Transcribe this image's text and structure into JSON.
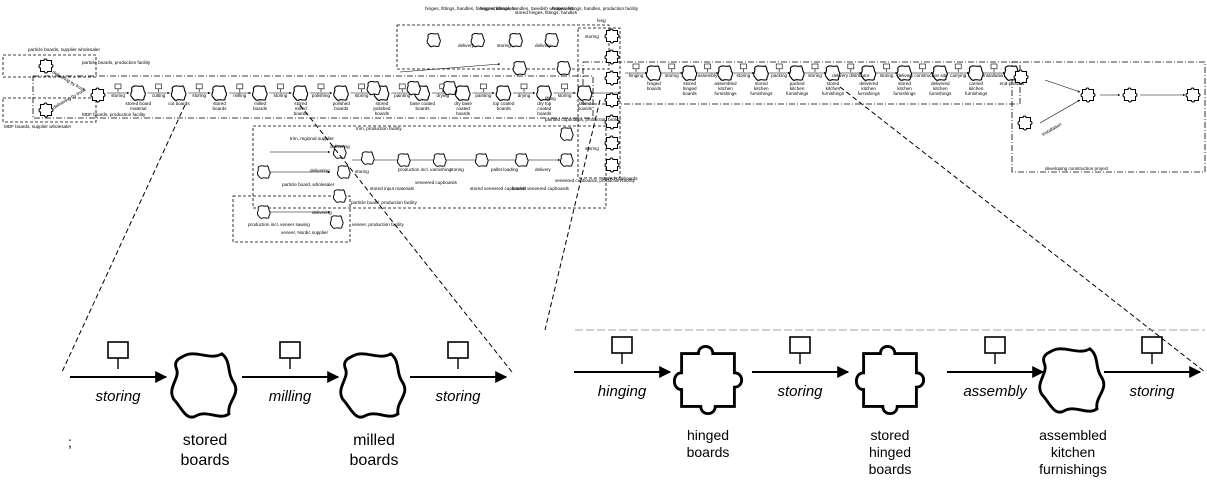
{
  "overview": {
    "inputs": [
      {
        "label": "particle boards, supplier wholesaler"
      },
      {
        "label": "MDF boards, supplier wholesaler"
      },
      {
        "label": "particle boards, production facility"
      },
      {
        "label": "MDF boards, production facility"
      },
      {
        "label": "delivering by truck"
      },
      {
        "label": "delivering by truck"
      }
    ],
    "main_line": [
      {
        "process": "storing"
      },
      {
        "state": "stored board material"
      },
      {
        "process": "cutting"
      },
      {
        "state": "cut boards"
      },
      {
        "process": "storing"
      },
      {
        "state": "stored boards"
      },
      {
        "process": "milling"
      },
      {
        "state": "milled boards"
      },
      {
        "process": "storing"
      },
      {
        "state": "stored milled boards"
      },
      {
        "process": "polishing"
      },
      {
        "state": "polished boards"
      },
      {
        "process": "storing"
      },
      {
        "state": "stored polished boards"
      },
      {
        "process": "painting"
      },
      {
        "state": "base coated boards"
      },
      {
        "process": "drying"
      },
      {
        "state": "dry base coated boards"
      },
      {
        "process": "painting"
      },
      {
        "state": "top coated boards"
      },
      {
        "process": "drying"
      },
      {
        "state": "dry top coated boards"
      },
      {
        "process": "storing"
      },
      {
        "state": "stored boards"
      }
    ],
    "top_block": [
      {
        "label": "hinges, fittings, handles, foreign wholesalers"
      },
      {
        "label": "hinges, fittings, handles, Swedish wholesalers"
      },
      {
        "label": "stored hinges, fittings, handles"
      },
      {
        "label": "hinges, fittings, handles, production facility"
      },
      {
        "label": "delivery"
      },
      {
        "label": "storing"
      },
      {
        "label": "delivery"
      },
      {
        "label": "storing"
      },
      {
        "label": "hing"
      }
    ],
    "lower_block": [
      {
        "label": "trim, production facility"
      },
      {
        "label": "trim, regional supplier"
      },
      {
        "label": "delivering"
      },
      {
        "label": "particle board, wholesaler"
      },
      {
        "label": "delivering"
      },
      {
        "label": "particle board, production facility"
      },
      {
        "label": "production incl. veneer sawing"
      },
      {
        "label": "veneer, Nordic supplier"
      },
      {
        "label": "delivering"
      },
      {
        "label": "veneer, production facility"
      },
      {
        "label": "storing"
      },
      {
        "label": "stored input materials"
      },
      {
        "label": "production incl. varnishing"
      },
      {
        "label": "veneered cupboards"
      },
      {
        "label": "storing"
      },
      {
        "label": "stored veneered cupboards"
      },
      {
        "label": "pallet loading"
      },
      {
        "label": "loaded veneered cupboards"
      },
      {
        "label": "delivery"
      },
      {
        "label": "veneered cupboards, production facility"
      },
      {
        "label": "painted cupboards, production facility"
      },
      {
        "label": "lifting"
      },
      {
        "label": "storing"
      },
      {
        "label": "stored cupboards"
      }
    ],
    "right_line": [
      {
        "process": "hinging"
      },
      {
        "state": "hinged boards"
      },
      {
        "process": "storing"
      },
      {
        "state": "stored hinged boards"
      },
      {
        "process": "assembly"
      },
      {
        "state": "assembled kitchen furnishings"
      },
      {
        "process": "storing"
      },
      {
        "state": "stored kitchen furnishings"
      },
      {
        "process": "packing"
      },
      {
        "state": "packed kitchen furnishings"
      },
      {
        "process": "storing"
      },
      {
        "state": "stored kitchen furnishings"
      },
      {
        "process": "delivery distributor"
      },
      {
        "state": "delivered kitchen furnishings"
      },
      {
        "process": "storing"
      },
      {
        "state": "stored kitchen furnishings"
      },
      {
        "process": "delivery construction site"
      },
      {
        "state": "delivered kitchen furnishings"
      },
      {
        "process": "carrying"
      },
      {
        "state": "carried kitchen furnishings"
      },
      {
        "process": "installation"
      },
      {
        "state": "end-product"
      }
    ],
    "right_extra": [
      {
        "label": "installation"
      },
      {
        "label": "developing construction project"
      }
    ]
  },
  "zoom_left": {
    "steps": [
      {
        "process": "storing"
      },
      {
        "state": "stored boards"
      },
      {
        "process": "milling"
      },
      {
        "state": "milled boards"
      },
      {
        "process": "storing"
      }
    ],
    "stray": ";"
  },
  "zoom_right": {
    "steps": [
      {
        "process": "hinging"
      },
      {
        "state": "hinged boards"
      },
      {
        "process": "storing"
      },
      {
        "state": "stored hinged boards"
      },
      {
        "process": "assembly"
      },
      {
        "state": "assembled kitchen furnishings"
      },
      {
        "process": "storing"
      }
    ]
  }
}
